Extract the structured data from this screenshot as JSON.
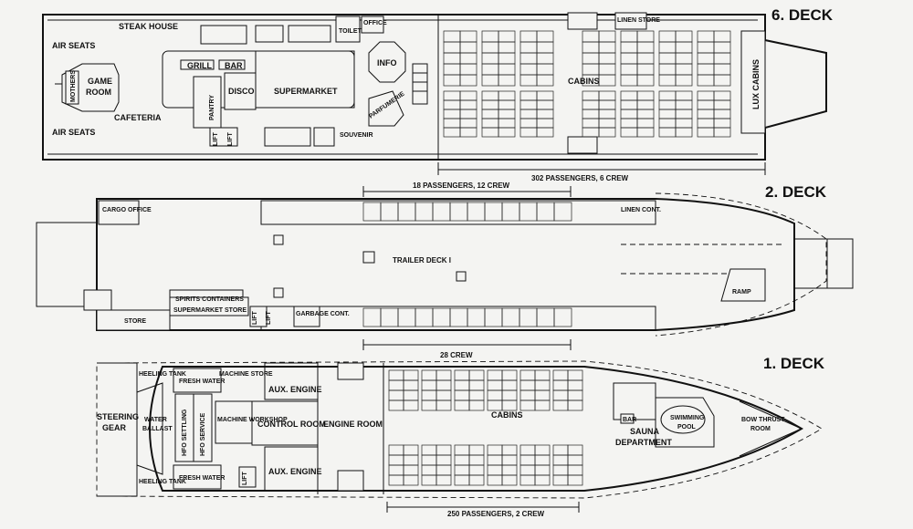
{
  "decks": [
    {
      "title": "6. DECK",
      "dimension_note": "302 PASSENGERS, 6 CREW",
      "rooms": {
        "air_seats_top": "AIR SEATS",
        "air_seats_bottom": "AIR SEATS",
        "mothers": "MOTHERS",
        "game_room_1": "GAME",
        "game_room_2": "ROOM",
        "steak_house": "STEAK HOUSE",
        "cafeteria": "CAFETERIA",
        "grill": "GRILL",
        "bar": "BAR",
        "pantry": "PANTRY",
        "disco": "DISCO",
        "supermarket": "SUPERMARKET",
        "info": "INFO",
        "toilet": "TOILET",
        "office": "OFFICE",
        "souvenir": "SOUVENIR",
        "parfumerie": "PARFUMERIE",
        "lift_1": "LIFT",
        "lift_2": "LIFT",
        "cabins": "CABINS",
        "linen_store": "LINEN STORE",
        "lux_cabins": "LUX CABINS"
      }
    },
    {
      "title": "2. DECK",
      "top_note": "18 PASSENGERS, 12 CREW",
      "bottom_note": "28 CREW",
      "rooms": {
        "cargo_office": "CARGO OFFICE",
        "trailer_deck": "TRAILER DECK I",
        "linen_cont": "LINEN CONT.",
        "ramp": "RAMP",
        "spirits_containers": "SPIRITS CONTAINERS",
        "supermarket_store": "SUPERMARKET STORE",
        "store": "STORE",
        "lift_1": "LIFT",
        "lift_2": "LIFT",
        "garbage_cont": "GARBAGE CONT."
      }
    },
    {
      "title": "1. DECK",
      "dimension_note": "250 PASSENGERS, 2 CREW",
      "rooms": {
        "steering_gear_1": "STEERING",
        "steering_gear_2": "GEAR",
        "heeling_tank_top": "HEELING TANK",
        "heeling_tank_bottom": "HEELING TANK",
        "water_ballast_1": "WATER",
        "water_ballast_2": "BALLAST",
        "fresh_water_top": "FRESH WATER",
        "fresh_water_bottom": "FRESH WATER",
        "hfo_service": "HFO SERVICE",
        "hfo_settling": "HFO SETTLING",
        "machine_store": "MACHINE STORE",
        "machine_workshop": "MACHINE WORKSHOP",
        "aux_engine_top": "AUX. ENGINE",
        "aux_engine_bottom": "AUX. ENGINE",
        "control_room": "CONTROL ROOM",
        "engine_room": "ENGINE ROOM",
        "lift": "LIFT",
        "cabins": "CABINS",
        "bar": "BAR",
        "sauna_department_1": "SAUNA",
        "sauna_department_2": "DEPARTMENT",
        "swimming_pool_1": "SWIMMING",
        "swimming_pool_2": "POOL",
        "bow_thrust_room_1": "BOW THRUST",
        "bow_thrust_room_2": "ROOM"
      }
    }
  ]
}
